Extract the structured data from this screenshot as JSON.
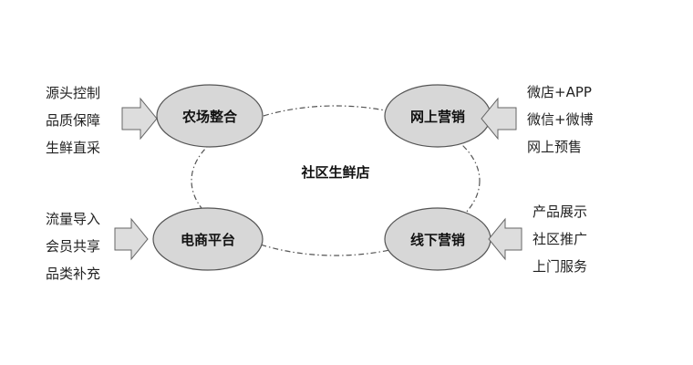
{
  "colors": {
    "node_fill": "#d7d7d7",
    "node_stroke": "#555555",
    "arrow_fill": "#dddddd",
    "arrow_stroke": "#666666",
    "ring_stroke": "#555555"
  },
  "center": {
    "label": "社区生鲜店"
  },
  "nodes": {
    "farm": {
      "label": "农场整合",
      "inputs": [
        "源头控制",
        "品质保障",
        "生鲜直采"
      ]
    },
    "online": {
      "label": "网上营销",
      "inputs": [
        "微店+APP",
        "微信+微博",
        "网上预售"
      ]
    },
    "ecommerce": {
      "label": "电商平台",
      "inputs": [
        "流量导入",
        "会员共享",
        "品类补充"
      ]
    },
    "offline": {
      "label": "线下营销",
      "inputs": [
        "产品展示",
        "社区推广",
        "上门服务"
      ]
    }
  }
}
